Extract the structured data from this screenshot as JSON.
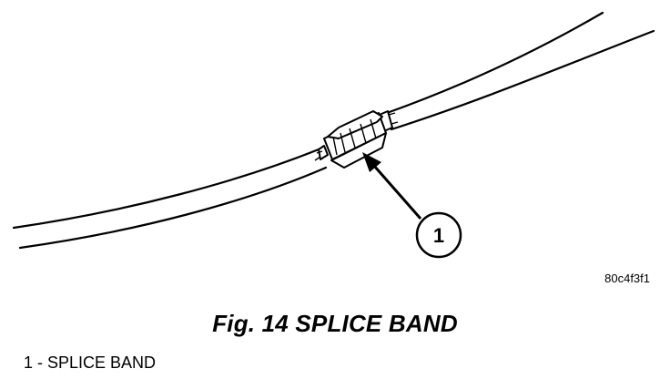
{
  "figure": {
    "title": "Fig. 14 SPLICE BAND",
    "reference_code": "80c4f3f1"
  },
  "callouts": [
    {
      "number": "1",
      "label": "SPLICE BAND"
    }
  ],
  "legend": [
    {
      "number": "1",
      "separator": " - ",
      "label": "SPLICE BAND"
    }
  ]
}
